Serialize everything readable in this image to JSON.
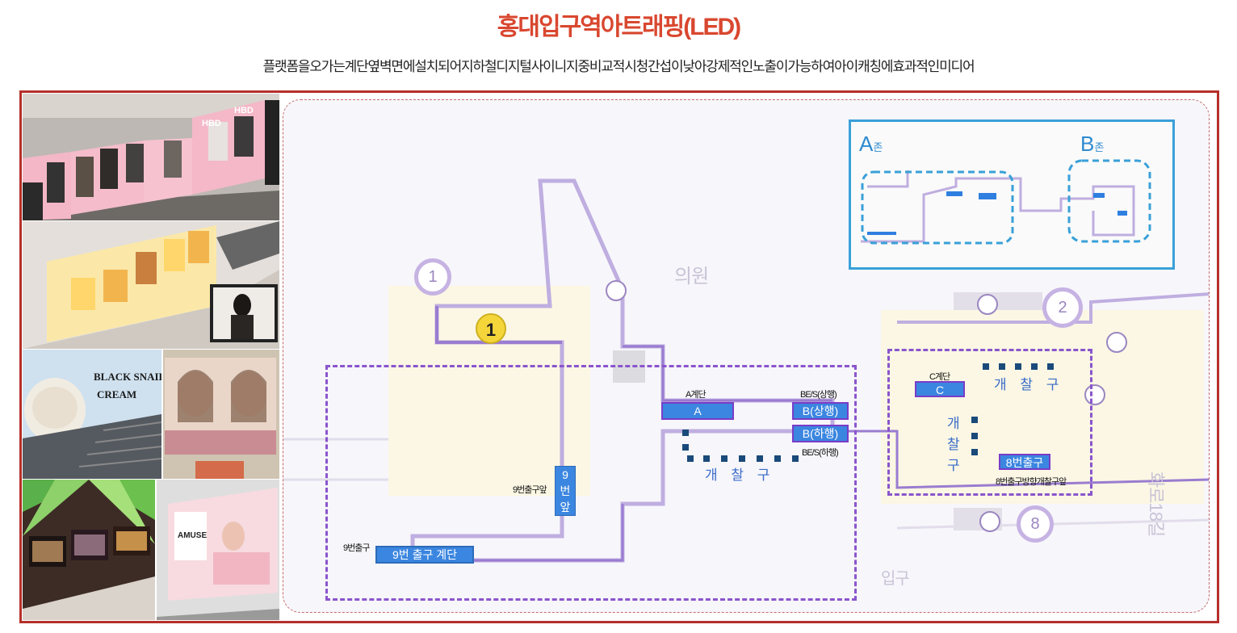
{
  "header": {
    "title": "홍대입구역아트래핑(LED)",
    "subtitle": "플랫폼을오가는계단옆벽면에설치되어지하철디지털사이니지중비교적시청간섭이낮아강제적인노출이가능하여아이캐칭에효과적인미디어"
  },
  "photos": [
    {
      "name": "hbd-stair-wall-photo",
      "ad_text": "HBD"
    },
    {
      "name": "character-stair-wall-photo"
    },
    {
      "name": "portrait-ad-inset-photo"
    },
    {
      "name": "black-snail-cream-photo",
      "ad_text": "BLACK SNAIL CREAM"
    },
    {
      "name": "jewelry-model-ad-photo"
    },
    {
      "name": "green-ray-corridor-photo"
    },
    {
      "name": "amuse-pink-ad-photo",
      "ad_text": "AMUSE"
    }
  ],
  "map": {
    "exit_labels": [
      "1",
      "2",
      "8"
    ],
    "exit_yellow": "1",
    "zone_a": {
      "a_stair_label": "A계단",
      "a_box": "A",
      "be_s_up": "BE/S(상행)",
      "be_s_down": "BE/S(하행)",
      "b_up_box": "B(상행)",
      "b_down_box": "B(하행)",
      "gate": "개 찰 구",
      "exit9_front_label": "9번출구앞",
      "exit9_vert": [
        "9",
        "번",
        "앞"
      ],
      "exit9_label": "9번출구",
      "exit9_stair_box": "9번 출구 계단"
    },
    "zone_c": {
      "c_stair_label": "C계단",
      "c_box": "C",
      "gate_h": "개 찰 구",
      "gate_v": [
        "개",
        "찰",
        "구"
      ],
      "exit8_box": "8번출구",
      "exit8_label": "8번출구방향개찰구앞"
    },
    "background_text": [
      "의원",
      "2",
      "화로18길",
      "입구"
    ],
    "mini_map": {
      "a_zone": "A",
      "a_zone_suffix": "존",
      "b_zone": "B",
      "b_zone_suffix": "존"
    },
    "colors": {
      "zone": "#8a55cc",
      "box": "#3b86e0",
      "mini_border": "#39a0d8",
      "frame": "#b5302a",
      "title": "#d9472f"
    }
  }
}
